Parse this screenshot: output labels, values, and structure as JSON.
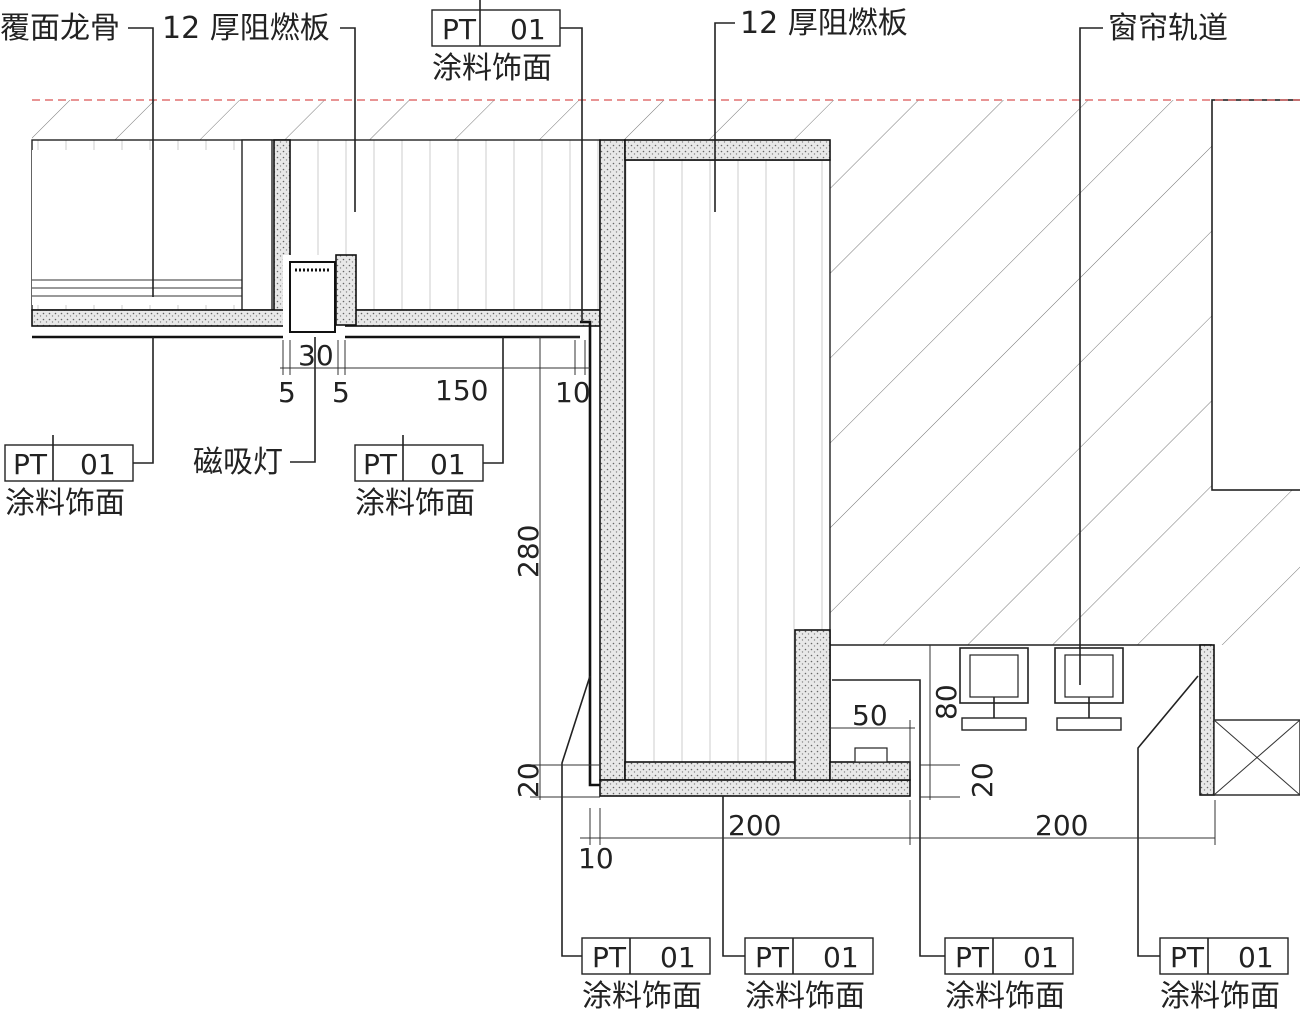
{
  "labels": {
    "keel": "覆面龙骨",
    "board_left": "12 厚阻燃板",
    "board_right": "12 厚阻燃板",
    "curtain_track": "窗帘轨道",
    "magnetic_light": "磁吸灯"
  },
  "finish_tag": {
    "code": "PT",
    "number": "01",
    "description": "涂料饰面"
  },
  "tags": [
    {
      "code": "PT",
      "number": "01",
      "description": "涂料饰面"
    },
    {
      "code": "PT",
      "number": "01",
      "description": "涂料饰面"
    },
    {
      "code": "PT",
      "number": "01",
      "description": "涂料饰面"
    },
    {
      "code": "PT",
      "number": "01",
      "description": "涂料饰面"
    },
    {
      "code": "PT",
      "number": "01",
      "description": "涂料饰面"
    },
    {
      "code": "PT",
      "number": "01",
      "description": "涂料饰面"
    },
    {
      "code": "PT",
      "number": "01",
      "description": "涂料饰面"
    }
  ],
  "dimensions": {
    "slot_width": "30",
    "gap_left": "5",
    "gap_right": "5",
    "ceiling_span": "150",
    "step": "10",
    "soffit_height": "280",
    "bottom_board": "20",
    "offset_bottom": "10",
    "soffit_width": "200",
    "pocket_width": "200",
    "curtain_gap": "50",
    "pocket_height": "80",
    "ledge": "20"
  }
}
